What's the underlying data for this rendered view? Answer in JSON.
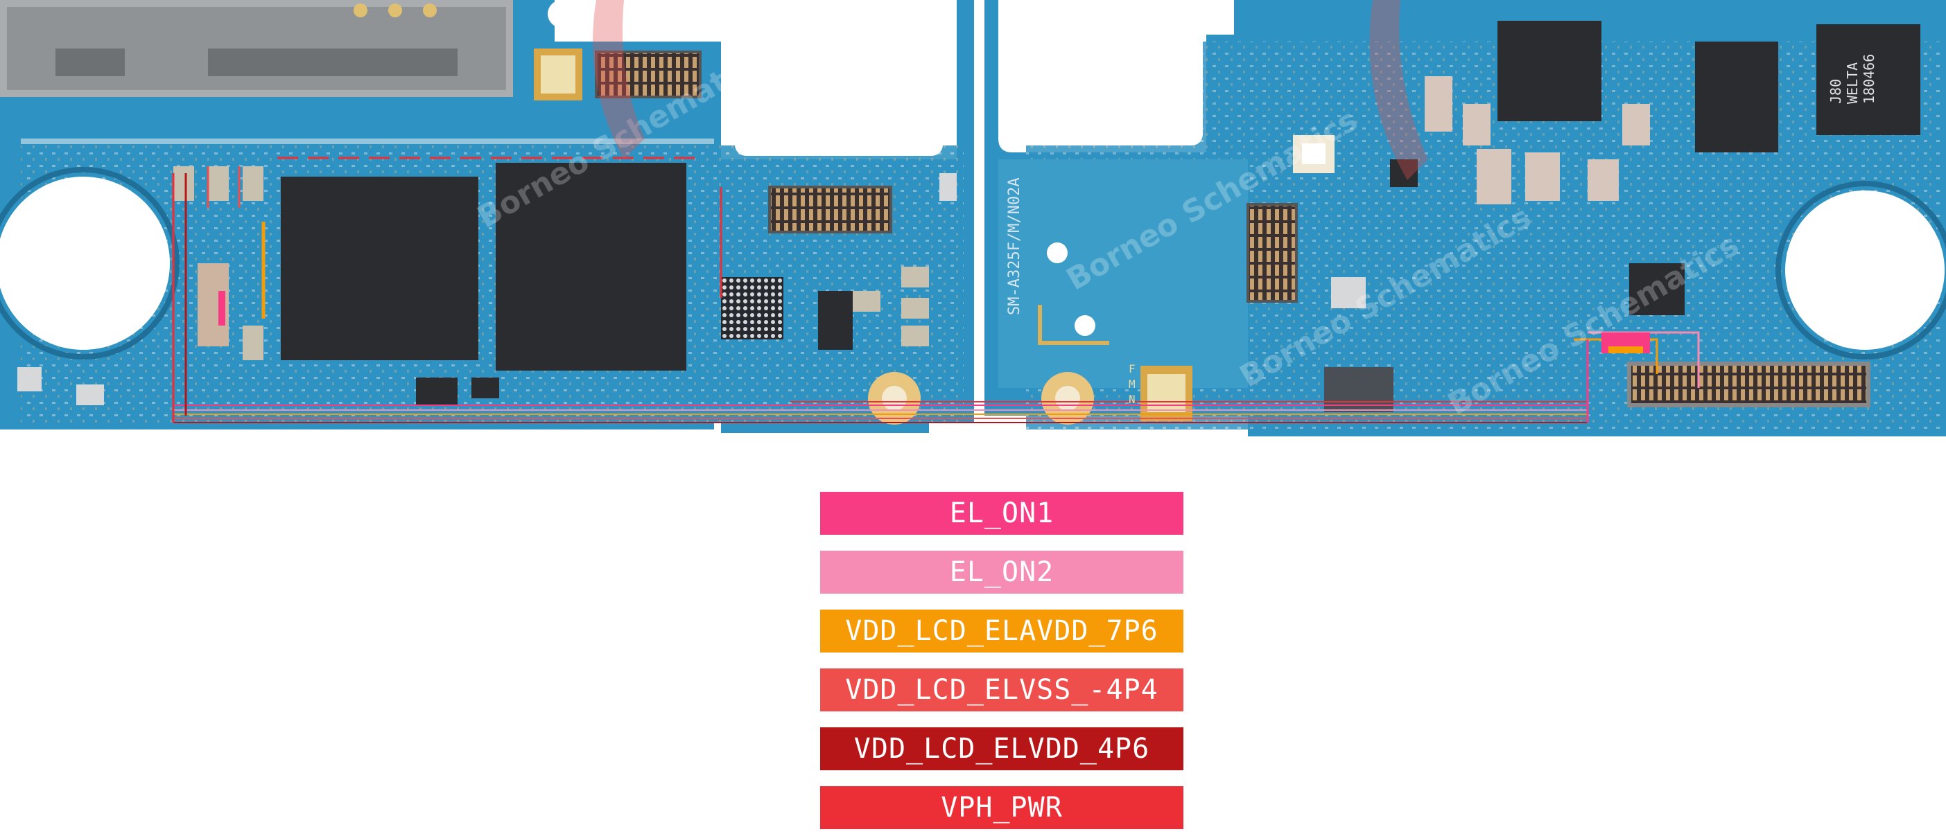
{
  "board": {
    "left_label": "SM-A325F/M/N02A",
    "chip_label": "J80\nWELTA\n180466",
    "watermark": "Borneo Schematics",
    "pin_labels": [
      "F",
      "M",
      "N"
    ]
  },
  "legend": [
    {
      "label": "EL_ON1",
      "color": "#f73c84"
    },
    {
      "label": "EL_ON2",
      "color": "#f68bb3"
    },
    {
      "label": "VDD_LCD_ELAVDD_7P6",
      "color": "#f69a06"
    },
    {
      "label": "VDD_LCD_ELVSS_-4P4",
      "color": "#ee4e4c"
    },
    {
      "label": "VDD_LCD_ELVDD_4P6",
      "color": "#b71619"
    },
    {
      "label": "VPH_PWR",
      "color": "#ec2e37"
    }
  ],
  "colors": {
    "pcb": "#2e93c2",
    "pcb_dark": "#1f6f98",
    "chip": "#2a2c30",
    "gold": "#e8c680"
  }
}
